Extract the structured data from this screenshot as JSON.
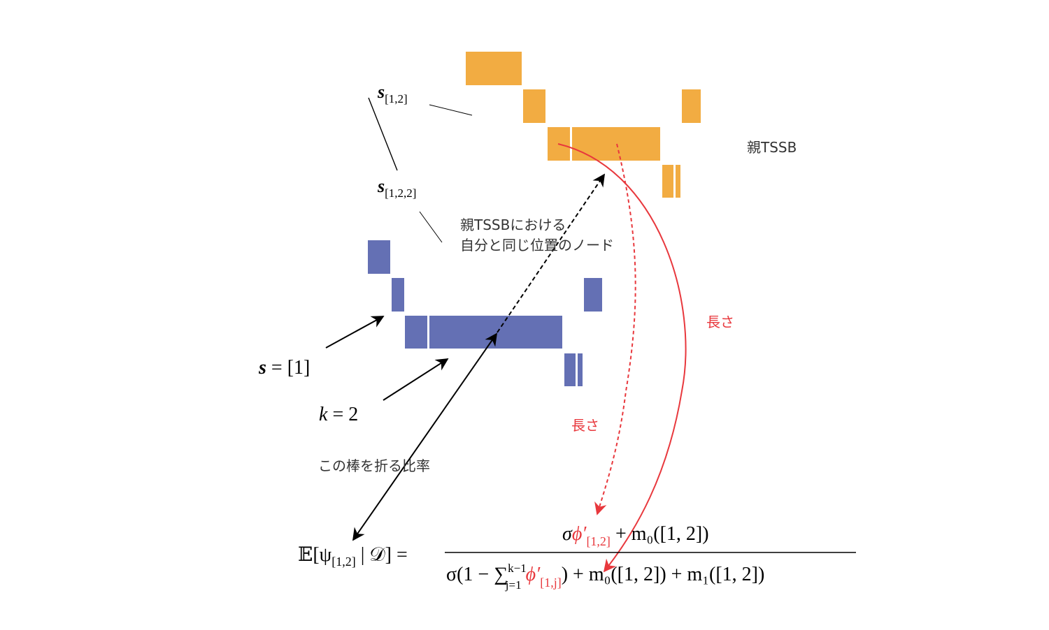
{
  "colors": {
    "parent_bars": "#F2AC42",
    "child_bars": "#6470B4",
    "arrow_red": "#E8383D",
    "text_dark": "#333333",
    "arrow_black": "#000000"
  },
  "labels": {
    "parent_tssb": "親TSSB",
    "same_position_line1": "親TSSBにおける",
    "same_position_line2": "自分と同じ位置のノード",
    "length_solid": "長さ",
    "length_dashed": "長さ",
    "break_ratio": "この棒を折る比率"
  },
  "math": {
    "s_12_base": "s",
    "s_12_sub": "[1,2]",
    "s_122_base": "s",
    "s_122_sub": "[1,2,2]",
    "s_eq_base": "s",
    "s_eq_rhs": " = [1]",
    "k_eq": "k",
    "k_eq_rhs": " = 2",
    "lhs_E": "𝔼[ψ",
    "lhs_sub": "[1,2]",
    "lhs_rest": " | 𝒟] =",
    "num_sigma": "σ",
    "num_phi": "ϕ′",
    "num_phi_sub": "[1,2]",
    "num_rest": " + m₀([1, 2])",
    "den_start": "σ(1 − ∑",
    "den_sum_sup": "k−1",
    "den_sum_sub": "j=1",
    "den_phi": "ϕ′",
    "den_phi_sub": "[1,j]",
    "den_rest": ") + m₀([1, 2]) + m₁([1, 2])"
  }
}
